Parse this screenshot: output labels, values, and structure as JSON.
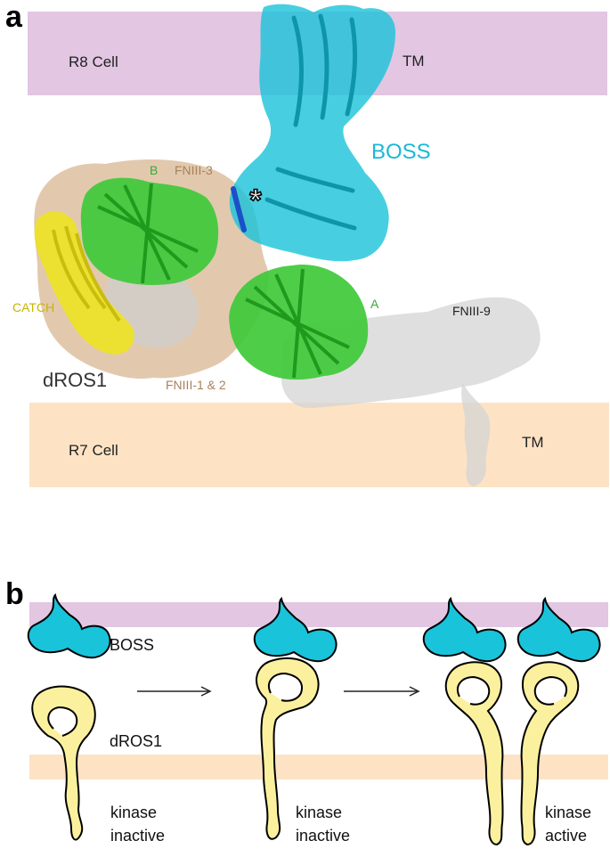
{
  "colors": {
    "r8_membrane": "#e2c6e2",
    "r7_membrane": "#fde3c4",
    "boss": "#19c3da",
    "dros1": "#fbf09e",
    "green_domain": "#3fc93a",
    "catch_domain": "#ece12a",
    "fniii_tan": "#ddc0a0",
    "fniii9_gray": "#d4d4d4",
    "boss_label": "#19b9d6",
    "green_label": "#3aa83a",
    "tan_label": "#a8825a",
    "catch_label": "#c9b400"
  },
  "panel_a": {
    "letter": "a",
    "r8_cell": "R8 Cell",
    "r7_cell": "R7 Cell",
    "tm_top": "TM",
    "tm_bottom": "TM",
    "boss": "BOSS",
    "domain_b": "B",
    "domain_a": "A",
    "fniii_3": "FNIII-3",
    "fniii_1_2": "FNIII-1 & 2",
    "fniii_9": "FNIII-9",
    "catch": "CATCH",
    "dros1": "dROS1",
    "asterisk": "*"
  },
  "panel_b": {
    "letter": "b",
    "boss": "BOSS",
    "dros1": "dROS1",
    "state_1": [
      "kinase",
      "inactive"
    ],
    "state_2": [
      "kinase",
      "inactive"
    ],
    "state_3": [
      "kinase",
      "active"
    ]
  }
}
